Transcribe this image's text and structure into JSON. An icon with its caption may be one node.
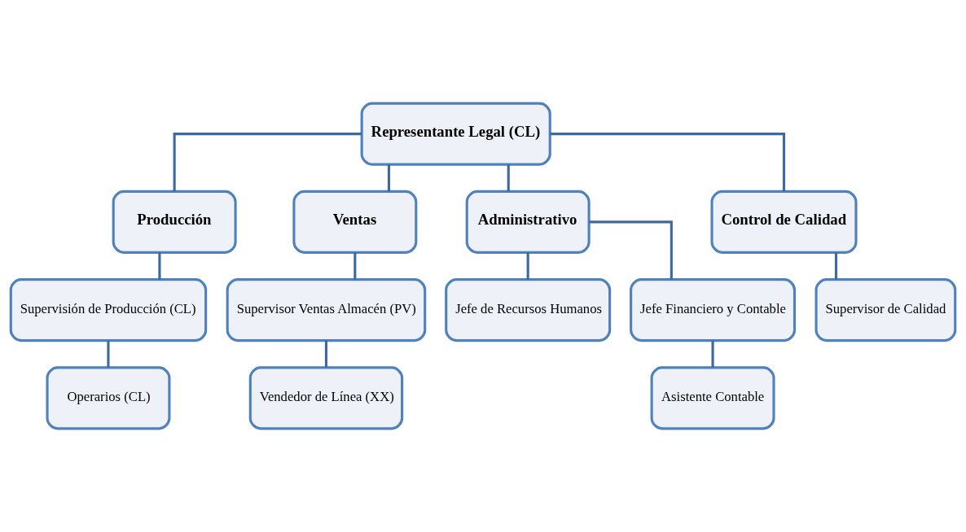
{
  "diagram": {
    "nodes": [
      {
        "text": [
          "Representante Legal (CL)"
        ]
      },
      {
        "text": [
          "Producción"
        ]
      },
      {
        "text": [
          "Ventas"
        ]
      },
      {
        "text": [
          "Administrativo"
        ]
      },
      {
        "text": [
          "Control de Calidad"
        ]
      },
      {
        "text": [
          "Supervisión de Producción (CL)"
        ]
      },
      {
        "text": [
          "Supervisor Ventas Almacén (PV)"
        ]
      },
      {
        "text": [
          "Jefe de Recursos Humanos"
        ]
      },
      {
        "text": [
          "Jefe Financiero y Contable"
        ]
      },
      {
        "text": [
          "Supervisor de Calidad"
        ]
      },
      {
        "text": [
          "Operarios (CL)"
        ]
      },
      {
        "text": [
          "Vendedor de Línea (XX)"
        ]
      },
      {
        "text": [
          "Asistente Contable"
        ]
      }
    ],
    "edges": [
      {
        "from": 0,
        "to": 1,
        "arrow": "none"
      },
      {
        "from": 0,
        "to": 2,
        "arrow": "none"
      },
      {
        "from": 0,
        "to": 3,
        "arrow": "none"
      },
      {
        "from": 0,
        "to": 4,
        "arrow": "none"
      },
      {
        "from": 1,
        "to": 5,
        "arrow": "none"
      },
      {
        "from": 2,
        "to": 6,
        "arrow": "none"
      },
      {
        "from": 3,
        "to": 7,
        "arrow": "none"
      },
      {
        "from": 3,
        "to": 8,
        "arrow": "none"
      },
      {
        "from": 4,
        "to": 9,
        "arrow": "none"
      },
      {
        "from": 5,
        "to": 10,
        "arrow": "none"
      },
      {
        "from": 6,
        "to": 11,
        "arrow": "none"
      },
      {
        "from": 8,
        "to": 12,
        "arrow": "none"
      }
    ]
  }
}
